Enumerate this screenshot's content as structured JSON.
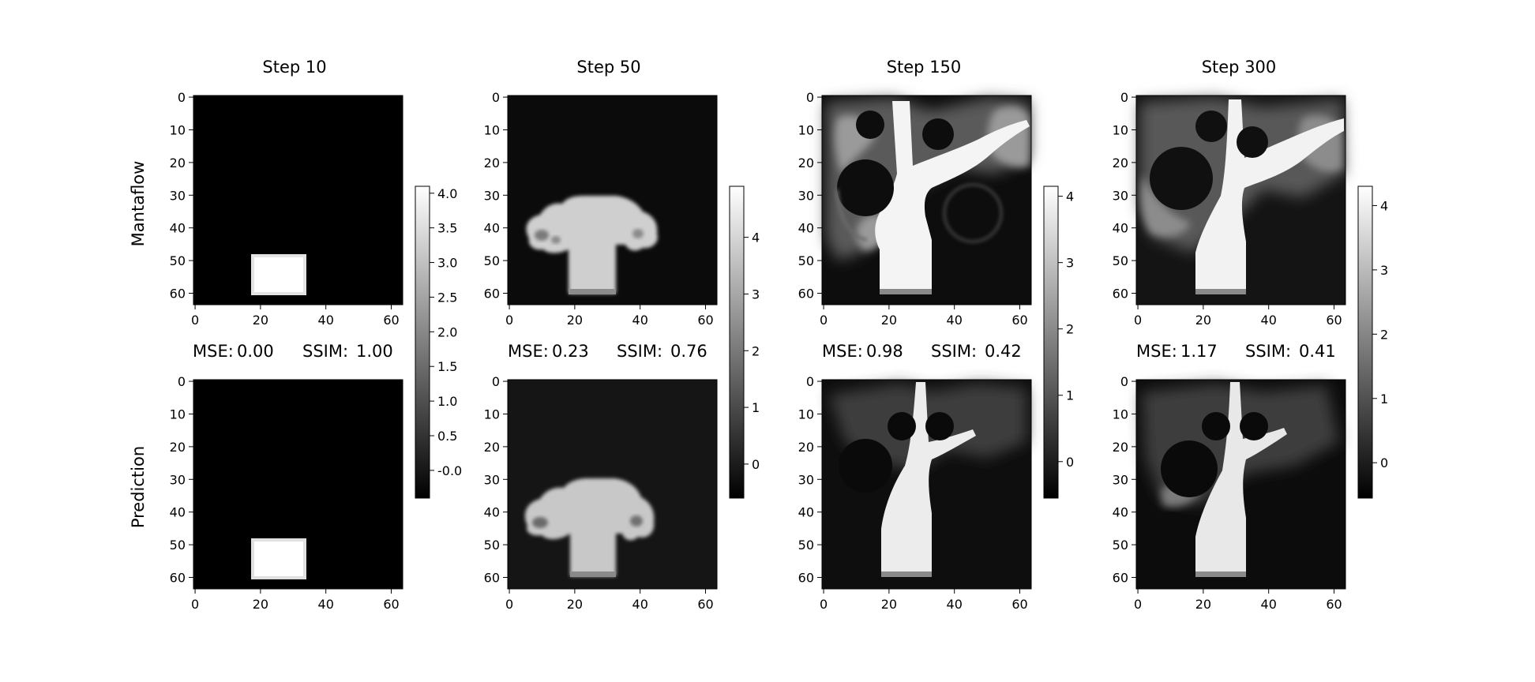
{
  "figure": {
    "row_labels": [
      "Mantaflow",
      "Prediction"
    ],
    "metric_labels": {
      "mse": "MSE:",
      "ssim": "SSIM:"
    }
  },
  "chart_data": [
    {
      "type": "heatmap",
      "title": "Step 10",
      "xticks": [
        "0",
        "20",
        "40",
        "60"
      ],
      "yticks": [
        "0",
        "10",
        "20",
        "30",
        "40",
        "50",
        "60"
      ],
      "xlim": [
        0,
        63
      ],
      "ylim": [
        0,
        63
      ],
      "grid": false,
      "colormap": "gray",
      "colorbar": {
        "ticks": [
          "-0.0",
          "0.5",
          "1.0",
          "1.5",
          "2.0",
          "2.5",
          "3.0",
          "3.5",
          "4.0"
        ],
        "min": -0.4,
        "max": 4.1,
        "values": [
          0.0,
          0.5,
          1.0,
          1.5,
          2.0,
          2.5,
          3.0,
          3.5,
          4.0
        ]
      },
      "metrics": {
        "mse": "0.00",
        "ssim": "1.00"
      },
      "panels": [
        "Mantaflow",
        "Prediction"
      ]
    },
    {
      "type": "heatmap",
      "title": "Step 50",
      "xticks": [
        "0",
        "20",
        "40",
        "60"
      ],
      "yticks": [
        "0",
        "10",
        "20",
        "30",
        "40",
        "50",
        "60"
      ],
      "xlim": [
        0,
        63
      ],
      "ylim": [
        0,
        63
      ],
      "grid": false,
      "colormap": "gray",
      "colorbar": {
        "ticks": [
          "0",
          "1",
          "2",
          "3",
          "4"
        ],
        "min": -0.6,
        "max": 4.9,
        "values": [
          0,
          1,
          2,
          3,
          4
        ]
      },
      "metrics": {
        "mse": "0.23",
        "ssim": "0.76"
      },
      "panels": [
        "Mantaflow",
        "Prediction"
      ]
    },
    {
      "type": "heatmap",
      "title": "Step 150",
      "xticks": [
        "0",
        "20",
        "40",
        "60"
      ],
      "yticks": [
        "0",
        "10",
        "20",
        "30",
        "40",
        "50",
        "60"
      ],
      "xlim": [
        0,
        63
      ],
      "ylim": [
        0,
        63
      ],
      "grid": false,
      "colormap": "gray",
      "colorbar": {
        "ticks": [
          "0",
          "1",
          "2",
          "3",
          "4"
        ],
        "min": -0.55,
        "max": 4.15,
        "values": [
          0,
          1,
          2,
          3,
          4
        ]
      },
      "metrics": {
        "mse": "0.98",
        "ssim": "0.42"
      },
      "panels": [
        "Mantaflow",
        "Prediction"
      ]
    },
    {
      "type": "heatmap",
      "title": "Step 300",
      "xticks": [
        "0",
        "20",
        "40",
        "60"
      ],
      "yticks": [
        "0",
        "10",
        "20",
        "30",
        "40",
        "50",
        "60"
      ],
      "xlim": [
        0,
        63
      ],
      "ylim": [
        0,
        63
      ],
      "grid": false,
      "colormap": "gray",
      "colorbar": {
        "ticks": [
          "0",
          "1",
          "2",
          "3",
          "4"
        ],
        "min": -0.55,
        "max": 4.3,
        "values": [
          0,
          1,
          2,
          3,
          4
        ]
      },
      "metrics": {
        "mse": "1.17",
        "ssim": "0.41"
      },
      "panels": [
        "Mantaflow",
        "Prediction"
      ]
    }
  ]
}
